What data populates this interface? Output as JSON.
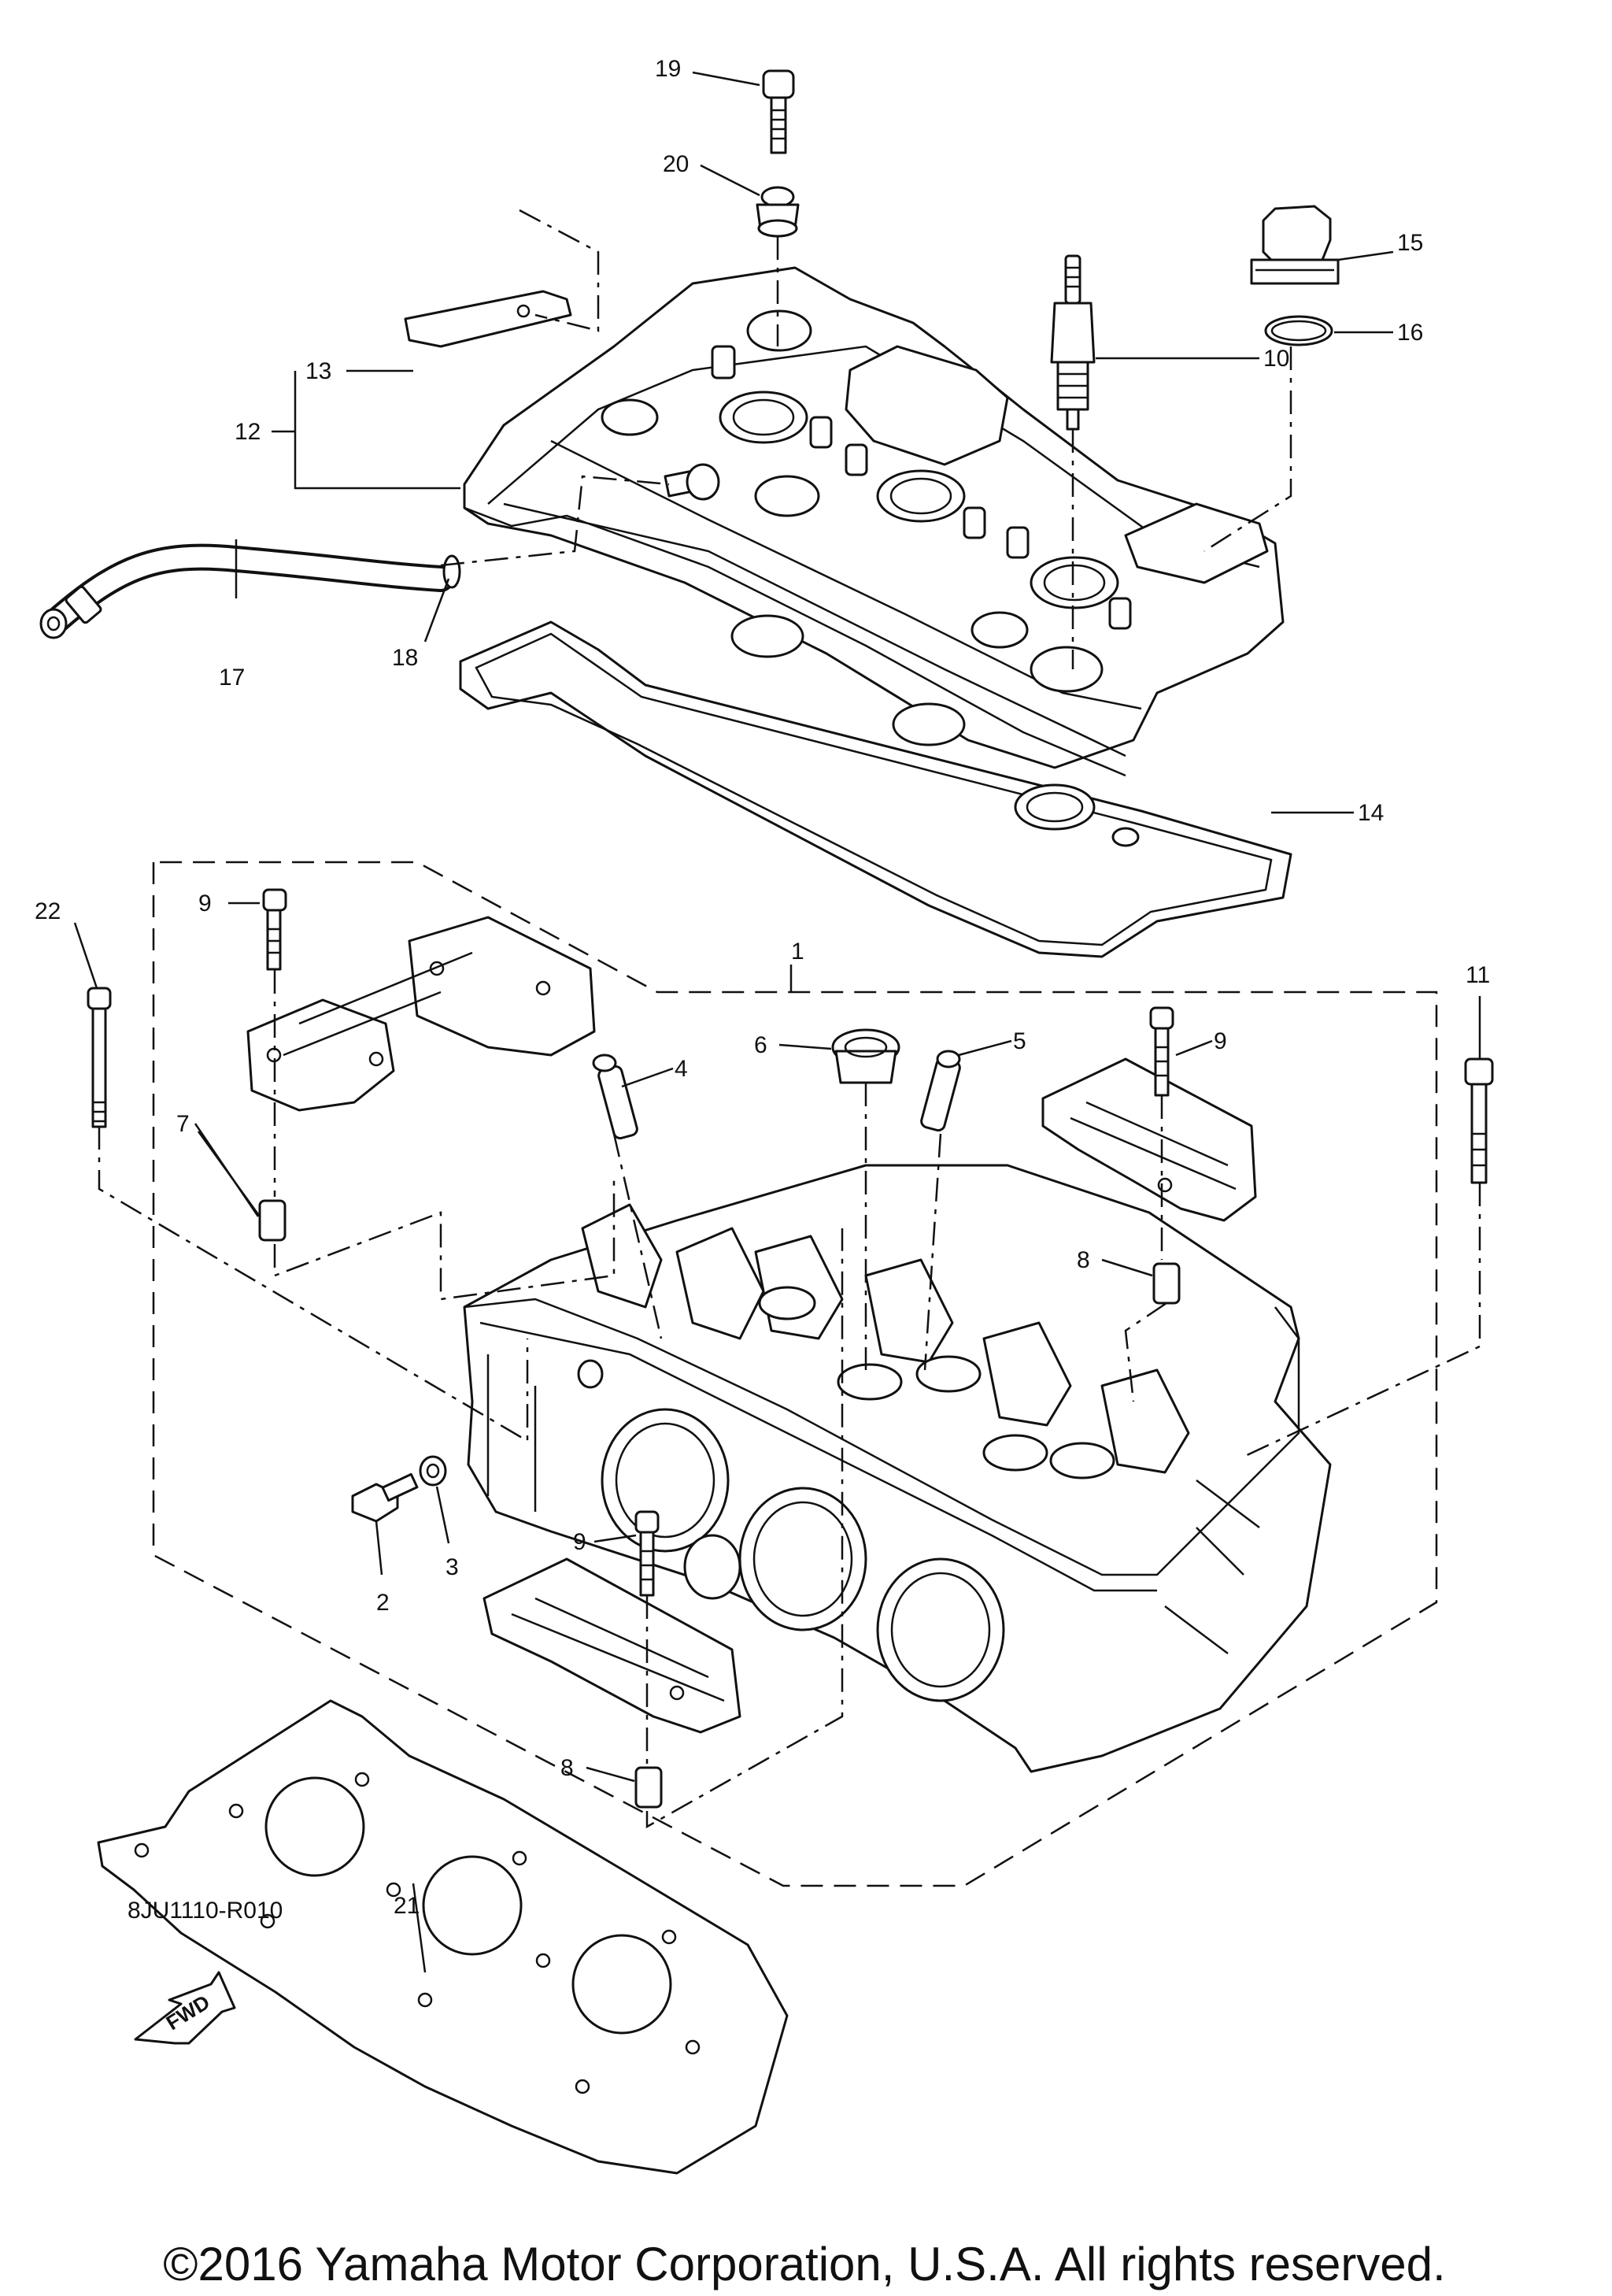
{
  "diagram": {
    "callouts": [
      "1",
      "2",
      "3",
      "4",
      "5",
      "6",
      "7",
      "8",
      "8",
      "9",
      "9",
      "9",
      "10",
      "11",
      "12",
      "13",
      "14",
      "15",
      "16",
      "17",
      "18",
      "19",
      "20",
      "21",
      "22"
    ],
    "fwd_label": "FWD",
    "diagram_code": "8JU1110-R010",
    "copyright": "©2016 Yamaha Motor Corporation, U.S.A. All rights reserved."
  }
}
